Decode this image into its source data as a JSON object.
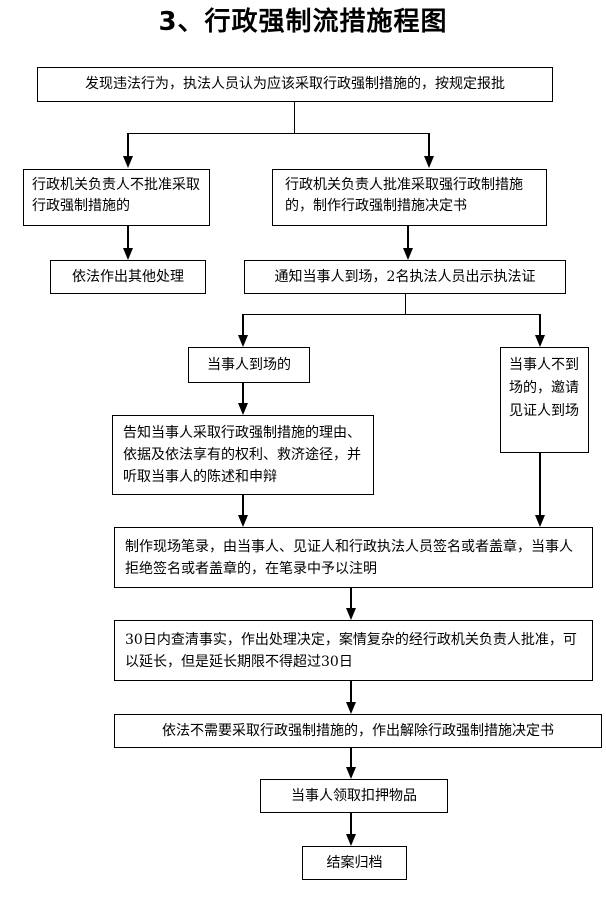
{
  "title": "3、行政强制流措施程图",
  "nodes": {
    "start": "发现违法行为，执法人员认为应该采取行政强制措施的，按规定报批",
    "not_approve": "行政机关负责人不批准采取行政强制措施的",
    "approve": "行政机关负责人批准采取强行政制措施的，制作行政强制措施决定书",
    "other_handling": "依法作出其他处理",
    "notify": "通知当事人到场，2名执法人员出示执法证",
    "present": "当事人到场的",
    "absent": "当事人不到场的，邀请见证人到场",
    "inform": "告知当事人采取行政强制措施的理由、依据及依法享有的权利、救济途径，并听取当事人的陈述和申辩",
    "record": "制作现场笔录，由当事人、见证人和行政执法人员签名或者盖章，当事人拒绝签名或者盖章的，在笔录中予以注明",
    "decide": "30日内查清事实，作出处理决定，案情复杂的经行政机关负责人批准，可以延长，但是延长期限不得超过30日",
    "release": "依法不需要采取行政强制措施的，作出解除行政强制措施决定书",
    "collect": "当事人领取扣押物品",
    "close": "结案归档"
  }
}
